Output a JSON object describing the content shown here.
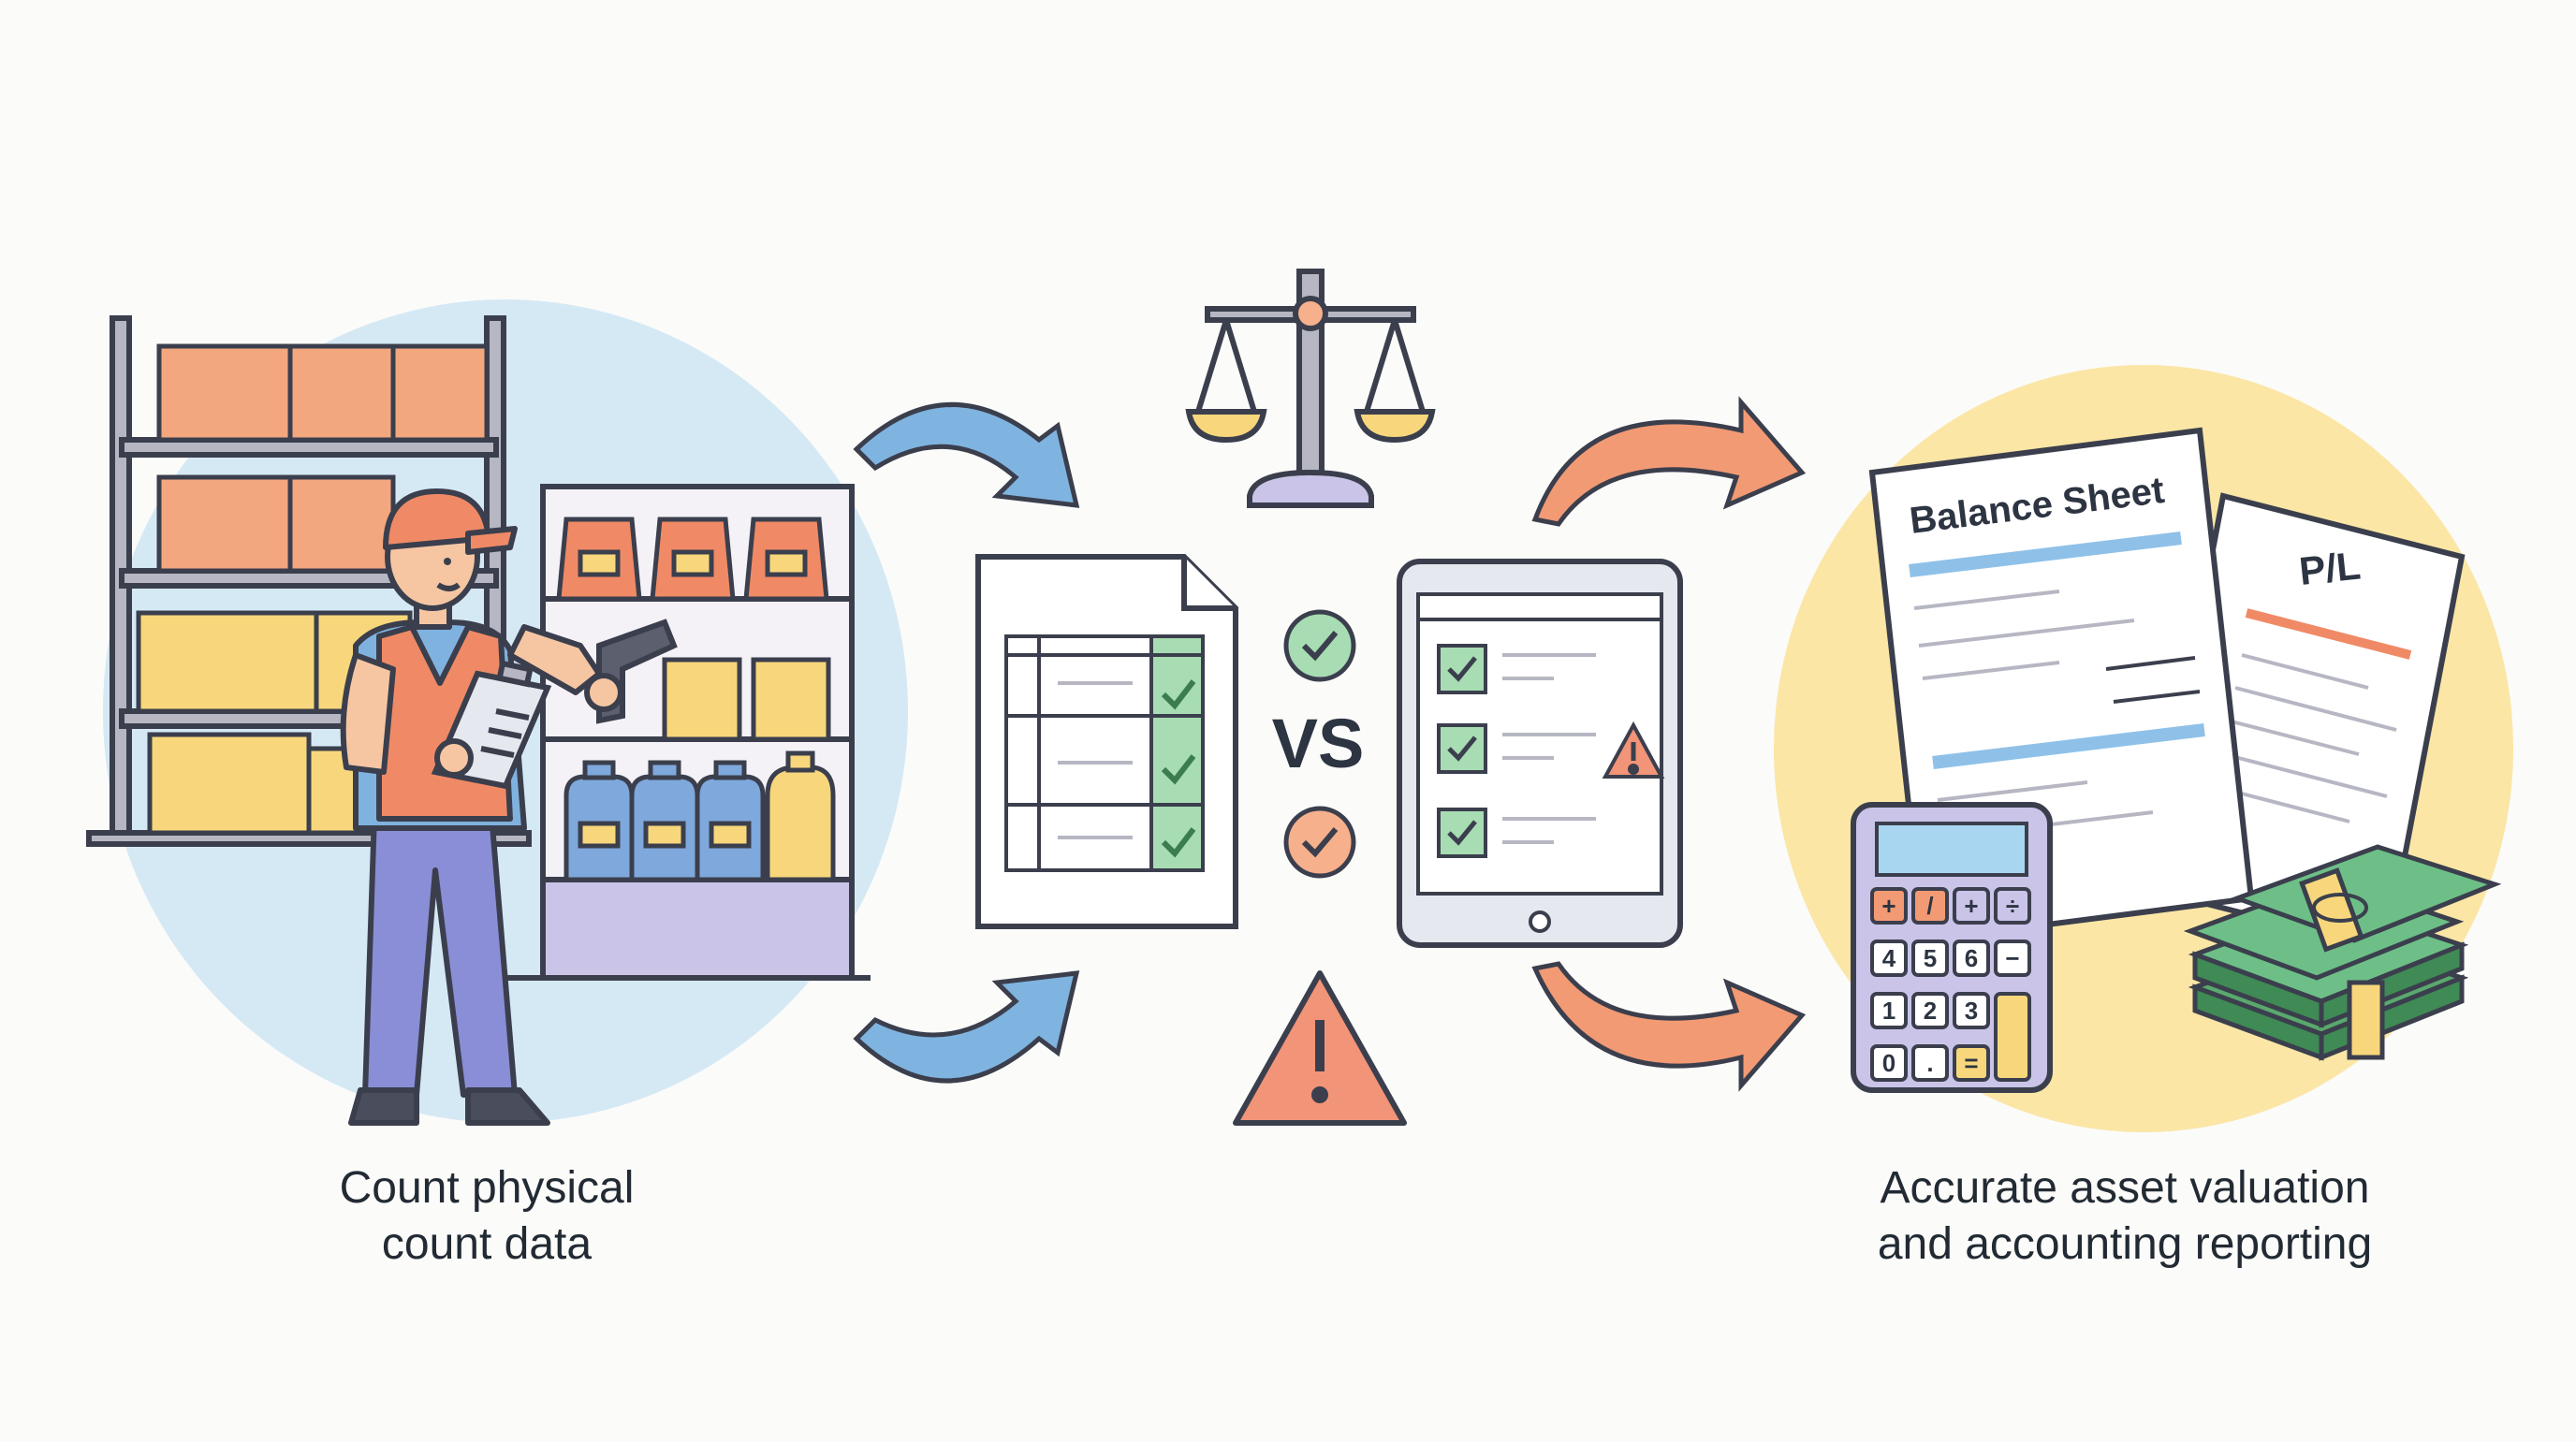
{
  "captions": {
    "left": [
      "Count physical",
      "count data"
    ],
    "right": [
      "Accurate asset valuation",
      "and accounting reporting"
    ]
  },
  "center": {
    "vs_label": "VS"
  },
  "documents": {
    "balance_sheet_title": "Balance Sheet",
    "pl_title": "P/L"
  },
  "calculator": {
    "keys": [
      [
        "+",
        "/",
        "+",
        "÷"
      ],
      [
        "4",
        "5",
        "6",
        "−"
      ],
      [
        "1",
        "2",
        "3",
        ""
      ],
      [
        "0",
        ".",
        "=",
        ""
      ]
    ]
  },
  "colors": {
    "outline": "#3b3f4d",
    "blue_circle": "#d5e9f5",
    "yellow_circle": "#fbe6a6",
    "orange": "#f08a66",
    "peach": "#f6b08c",
    "yellow": "#f8d77c",
    "lavender": "#c9c4e8",
    "green": "#6dbf87",
    "blue_arrow": "#7fb4e0",
    "warning": "#f29478"
  },
  "icons": [
    "scale-icon",
    "check-circle-icon",
    "warning-triangle-icon",
    "calculator-icon",
    "cash-stack-icon",
    "barcode-scanner-icon",
    "clipboard-icon"
  ]
}
